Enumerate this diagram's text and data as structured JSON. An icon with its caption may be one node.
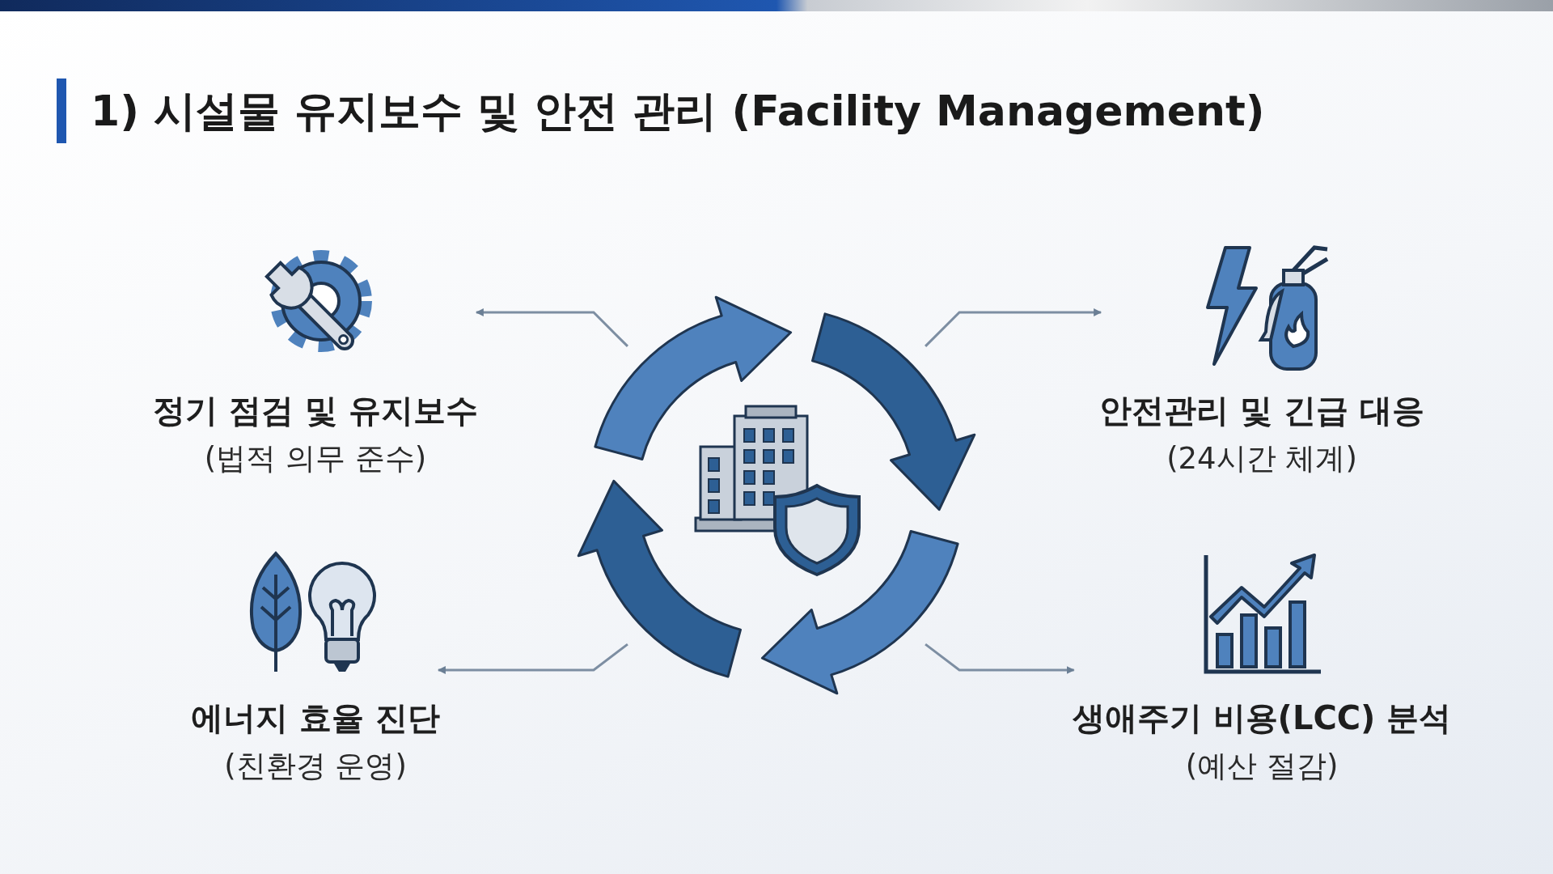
{
  "diagram": {
    "title": "1) 시설물 유지보수 및 안전 관리 (Facility Management)",
    "nodes": [
      {
        "text": [],
        "shape": "picture"
      },
      {
        "text": [
          "정기 점검 및 유지보수",
          "(법적 의무 준수)"
        ]
      },
      {
        "text": [
          "안전관리 및 긴급 대응",
          "(24시간 체계)"
        ]
      },
      {
        "text": [
          "에너지 효율 진단",
          "(친환경 운영)"
        ]
      },
      {
        "text": [
          "생애주기 비용(LCC) 분석",
          "(예산 절감)"
        ]
      }
    ],
    "edges": [
      {
        "from": 0,
        "to": 1,
        "arrow": "to"
      },
      {
        "from": 0,
        "to": 2,
        "arrow": "to"
      },
      {
        "from": 0,
        "to": 3,
        "arrow": "to"
      },
      {
        "from": 0,
        "to": 4,
        "arrow": "to"
      }
    ]
  }
}
